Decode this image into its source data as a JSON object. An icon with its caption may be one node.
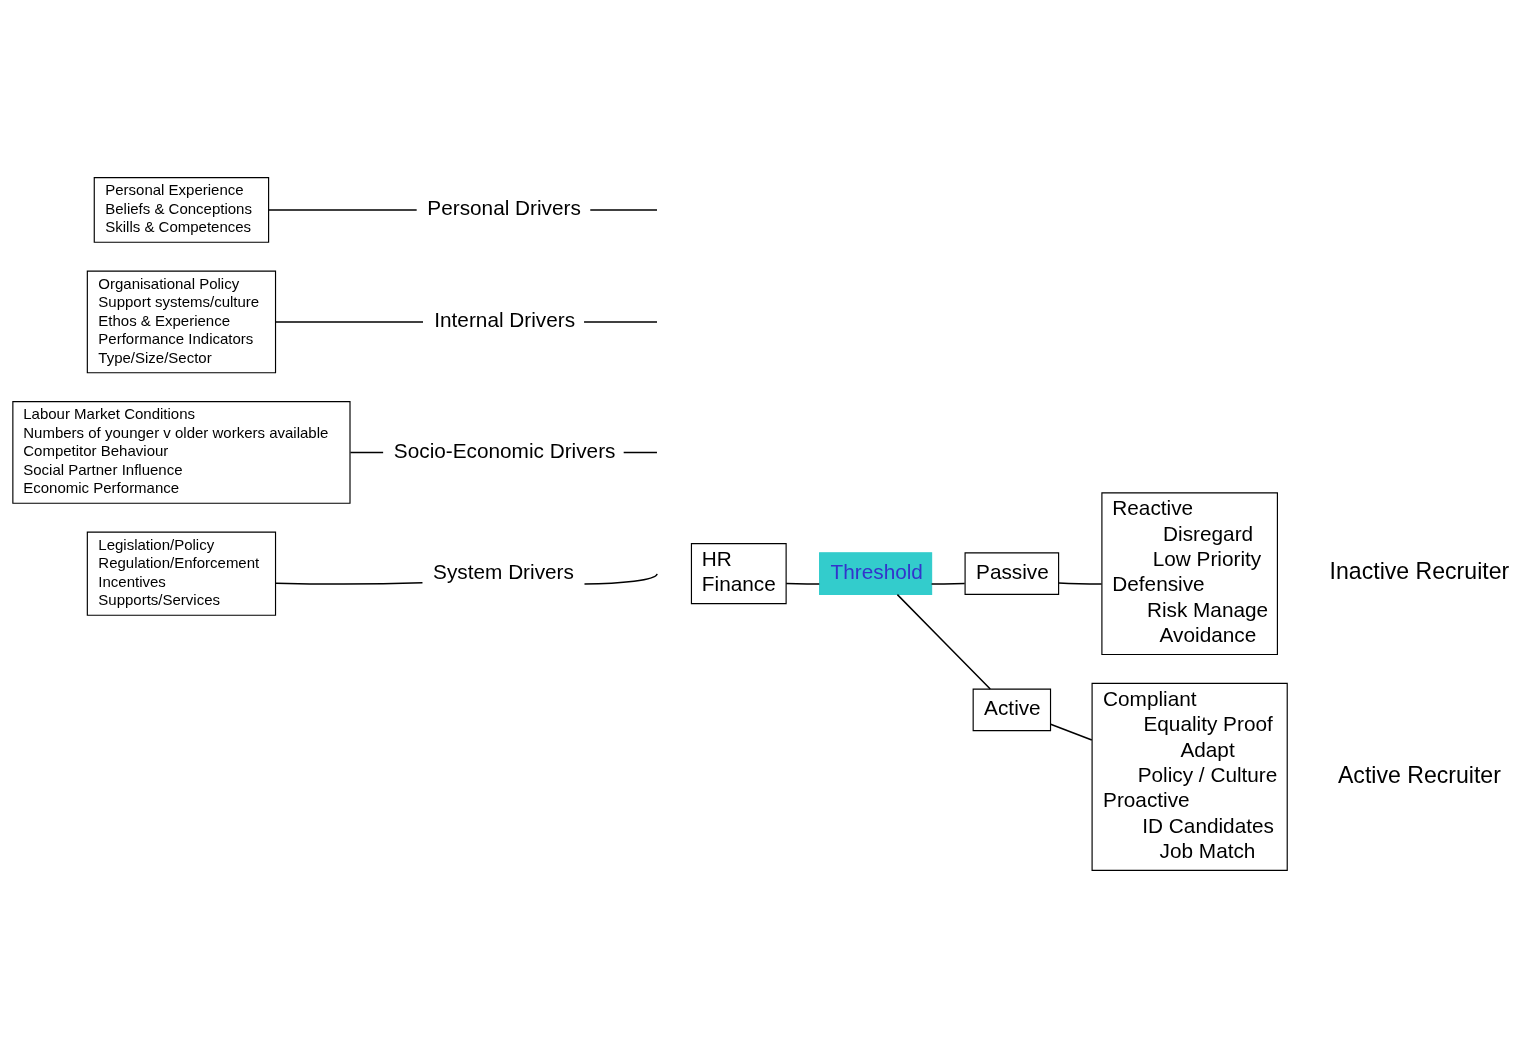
{
  "diagram": {
    "nodes": [
      {
        "text": [
          "Legislation/Policy",
          "Regulation/Enforcement",
          "Incentives",
          "Supports/Services"
        ]
      },
      {
        "text": [
          "System Drivers"
        ]
      },
      {
        "text": [
          "Labour Market Conditions",
          "Numbers of younger v older workers available",
          "Competitor Behaviour",
          "Social Partner Influence",
          "Economic Performance"
        ]
      },
      {
        "text": [
          "Socio-Economic Drivers"
        ]
      },
      {
        "text": [
          "HR",
          "Finance"
        ]
      },
      {
        "text": [
          "Threshold"
        ]
      },
      {
        "text": [
          "Passive"
        ]
      },
      {
        "text": [
          "Reactive",
          "Disregard",
          "Low Priority",
          "Defensive",
          "Risk Manage",
          "Avoidance"
        ]
      },
      {
        "text": [
          "Active"
        ]
      },
      {
        "text": [
          "Compliant",
          "Equality Proof",
          "Adapt",
          "Policy / Culture",
          "Proactive",
          "ID Candidates",
          "Job Match"
        ]
      },
      {
        "text": [
          "Organisational Policy",
          "Support systems/culture",
          "Ethos & Experience",
          "Performance Indicators",
          "Type/Size/Sector"
        ]
      },
      {
        "text": [
          "Internal Drivers"
        ]
      },
      {
        "text": [
          "Personal Experience",
          "Beliefs & Conceptions",
          "Skills & Competences"
        ]
      },
      {
        "text": [
          "Personal Drivers"
        ]
      }
    ],
    "edges": [
      {
        "from": 0,
        "to": 1,
        "arrow": "none"
      },
      {
        "from": 1,
        "to": null,
        "arrow": "none"
      },
      {
        "from": 2,
        "to": 3,
        "arrow": "none"
      },
      {
        "from": 3,
        "to": null,
        "arrow": "none"
      },
      {
        "from": 10,
        "to": 11,
        "arrow": "none"
      },
      {
        "from": 11,
        "to": null,
        "arrow": "none"
      },
      {
        "from": 12,
        "to": 13,
        "arrow": "none"
      },
      {
        "from": 13,
        "to": null,
        "arrow": "none"
      },
      {
        "from": 4,
        "to": 5,
        "arrow": "none"
      },
      {
        "from": 5,
        "to": 6,
        "arrow": "none"
      },
      {
        "from": 5,
        "to": 8,
        "arrow": "none"
      },
      {
        "from": 6,
        "to": 7,
        "arrow": "none"
      },
      {
        "from": 8,
        "to": 9,
        "arrow": "none"
      }
    ],
    "labels": [
      "Inactive Recruiter",
      "Active Recruiter"
    ]
  }
}
